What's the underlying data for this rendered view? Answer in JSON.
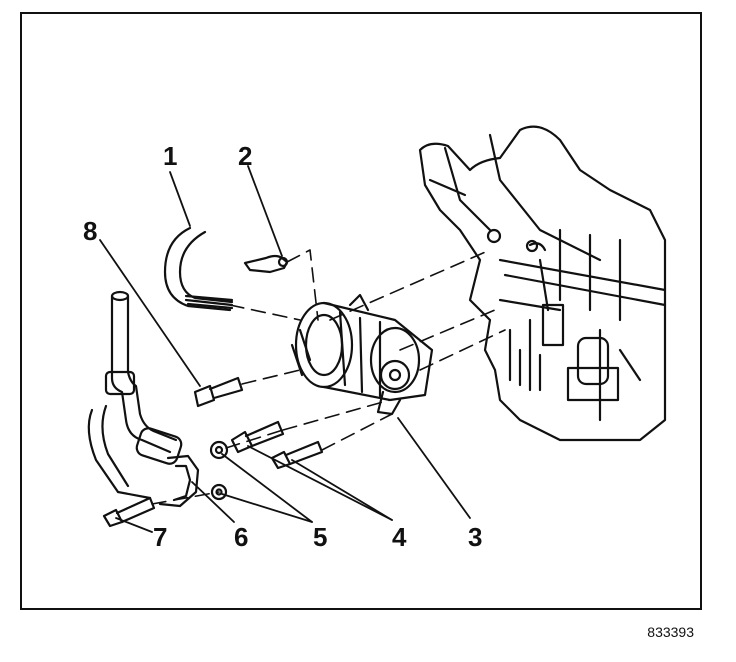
{
  "callouts": {
    "c1": "1",
    "c2": "2",
    "c3": "3",
    "c4": "4",
    "c5": "5",
    "c6": "6",
    "c7": "7",
    "c8": "8"
  },
  "figure_id": "833393"
}
